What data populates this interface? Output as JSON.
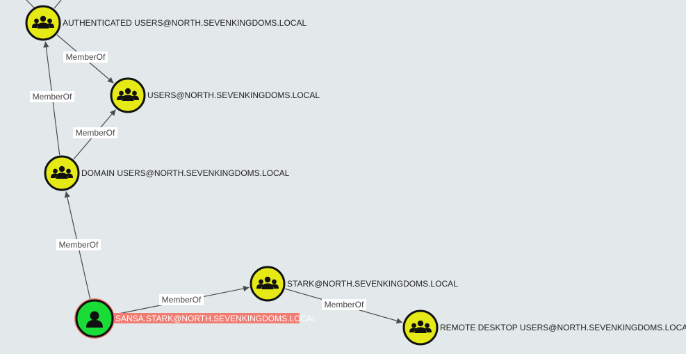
{
  "graph": {
    "nodes": [
      {
        "id": "auth",
        "label": "AUTHENTICATED USERS@NORTH.SEVENKINGDOMS.LOCAL",
        "type": "group",
        "icon": "group-icon"
      },
      {
        "id": "users",
        "label": "USERS@NORTH.SEVENKINGDOMS.LOCAL",
        "type": "group",
        "icon": "group-icon"
      },
      {
        "id": "domainusers",
        "label": "DOMAIN USERS@NORTH.SEVENKINGDOMS.LOCAL",
        "type": "group",
        "icon": "group-icon"
      },
      {
        "id": "stark",
        "label": "STARK@NORTH.SEVENKINGDOMS.LOCAL",
        "type": "group",
        "icon": "group-icon"
      },
      {
        "id": "rdp",
        "label": "REMOTE DESKTOP USERS@NORTH.SEVENKINGDOMS.LOCAL",
        "type": "group",
        "icon": "group-icon"
      },
      {
        "id": "sansa",
        "label": "SANSA.STARK@NORTH.SEVENKINGDOMS.LOCAL",
        "type": "user",
        "icon": "user-icon",
        "highlighted": true
      }
    ],
    "edges": [
      {
        "id": "e-sansa-domainusers",
        "source": "sansa",
        "target": "domainusers",
        "label": "MemberOf"
      },
      {
        "id": "e-domainusers-auth",
        "source": "domainusers",
        "target": "auth",
        "label": "MemberOf"
      },
      {
        "id": "e-domainusers-users",
        "source": "domainusers",
        "target": "users",
        "label": "MemberOf"
      },
      {
        "id": "e-auth-users",
        "source": "auth",
        "target": "users",
        "label": "MemberOf"
      },
      {
        "id": "e-sansa-stark",
        "source": "sansa",
        "target": "stark",
        "label": "MemberOf"
      },
      {
        "id": "e-stark-rdp",
        "source": "stark",
        "target": "rdp",
        "label": "MemberOf"
      }
    ],
    "colors": {
      "group_fill": "#e5ea16",
      "user_fill": "#19dc36",
      "highlight_ring": "#f07c72",
      "highlight_label_bg": "#f07c72",
      "edge": "#4a4a4a",
      "background": "#e3e8ea"
    }
  }
}
